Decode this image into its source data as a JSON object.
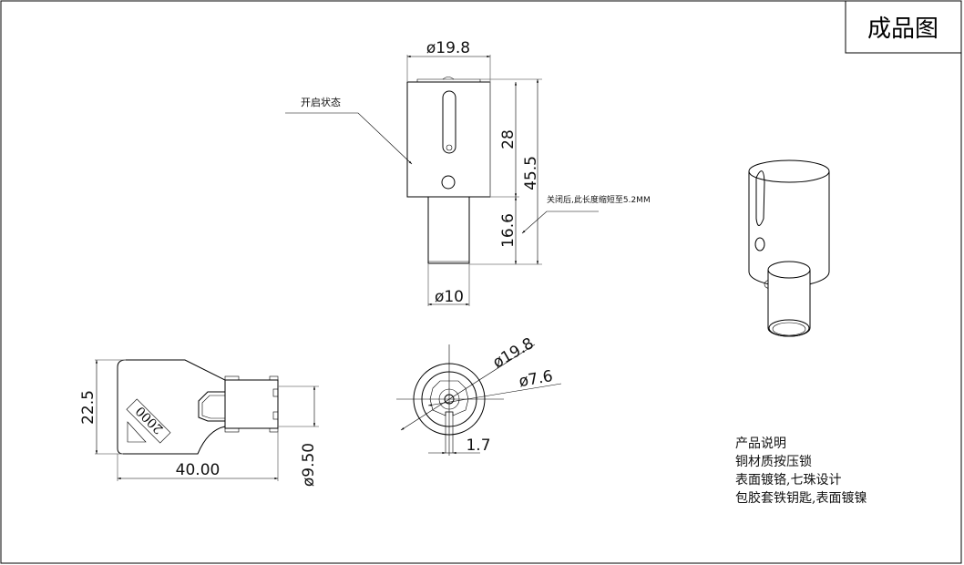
{
  "title": "成品图",
  "front_view": {
    "dim_body_diameter": "ø19.8",
    "dim_body_height": "28",
    "dim_total_height": "45.5",
    "dim_stem_height": "16.6",
    "dim_stem_diameter": "ø10",
    "label_open_state": "开启状态",
    "label_closed_note": "关闭后,此长度缩短至5.2MM"
  },
  "key_view": {
    "dim_head_height": "22.5",
    "dim_length": "40.00",
    "dim_blade_diameter": "ø9.50",
    "stamp_text": "2000"
  },
  "end_view": {
    "dim_outer_diameter": "ø19.8",
    "dim_inner_diameter": "ø7.6",
    "dim_slot_width": "1.7"
  },
  "description": {
    "heading": "产品说明",
    "lines": [
      "铜材质按压锁",
      "表面镀铬,七珠设计",
      "包胶套铁钥匙,表面镀镍"
    ]
  }
}
